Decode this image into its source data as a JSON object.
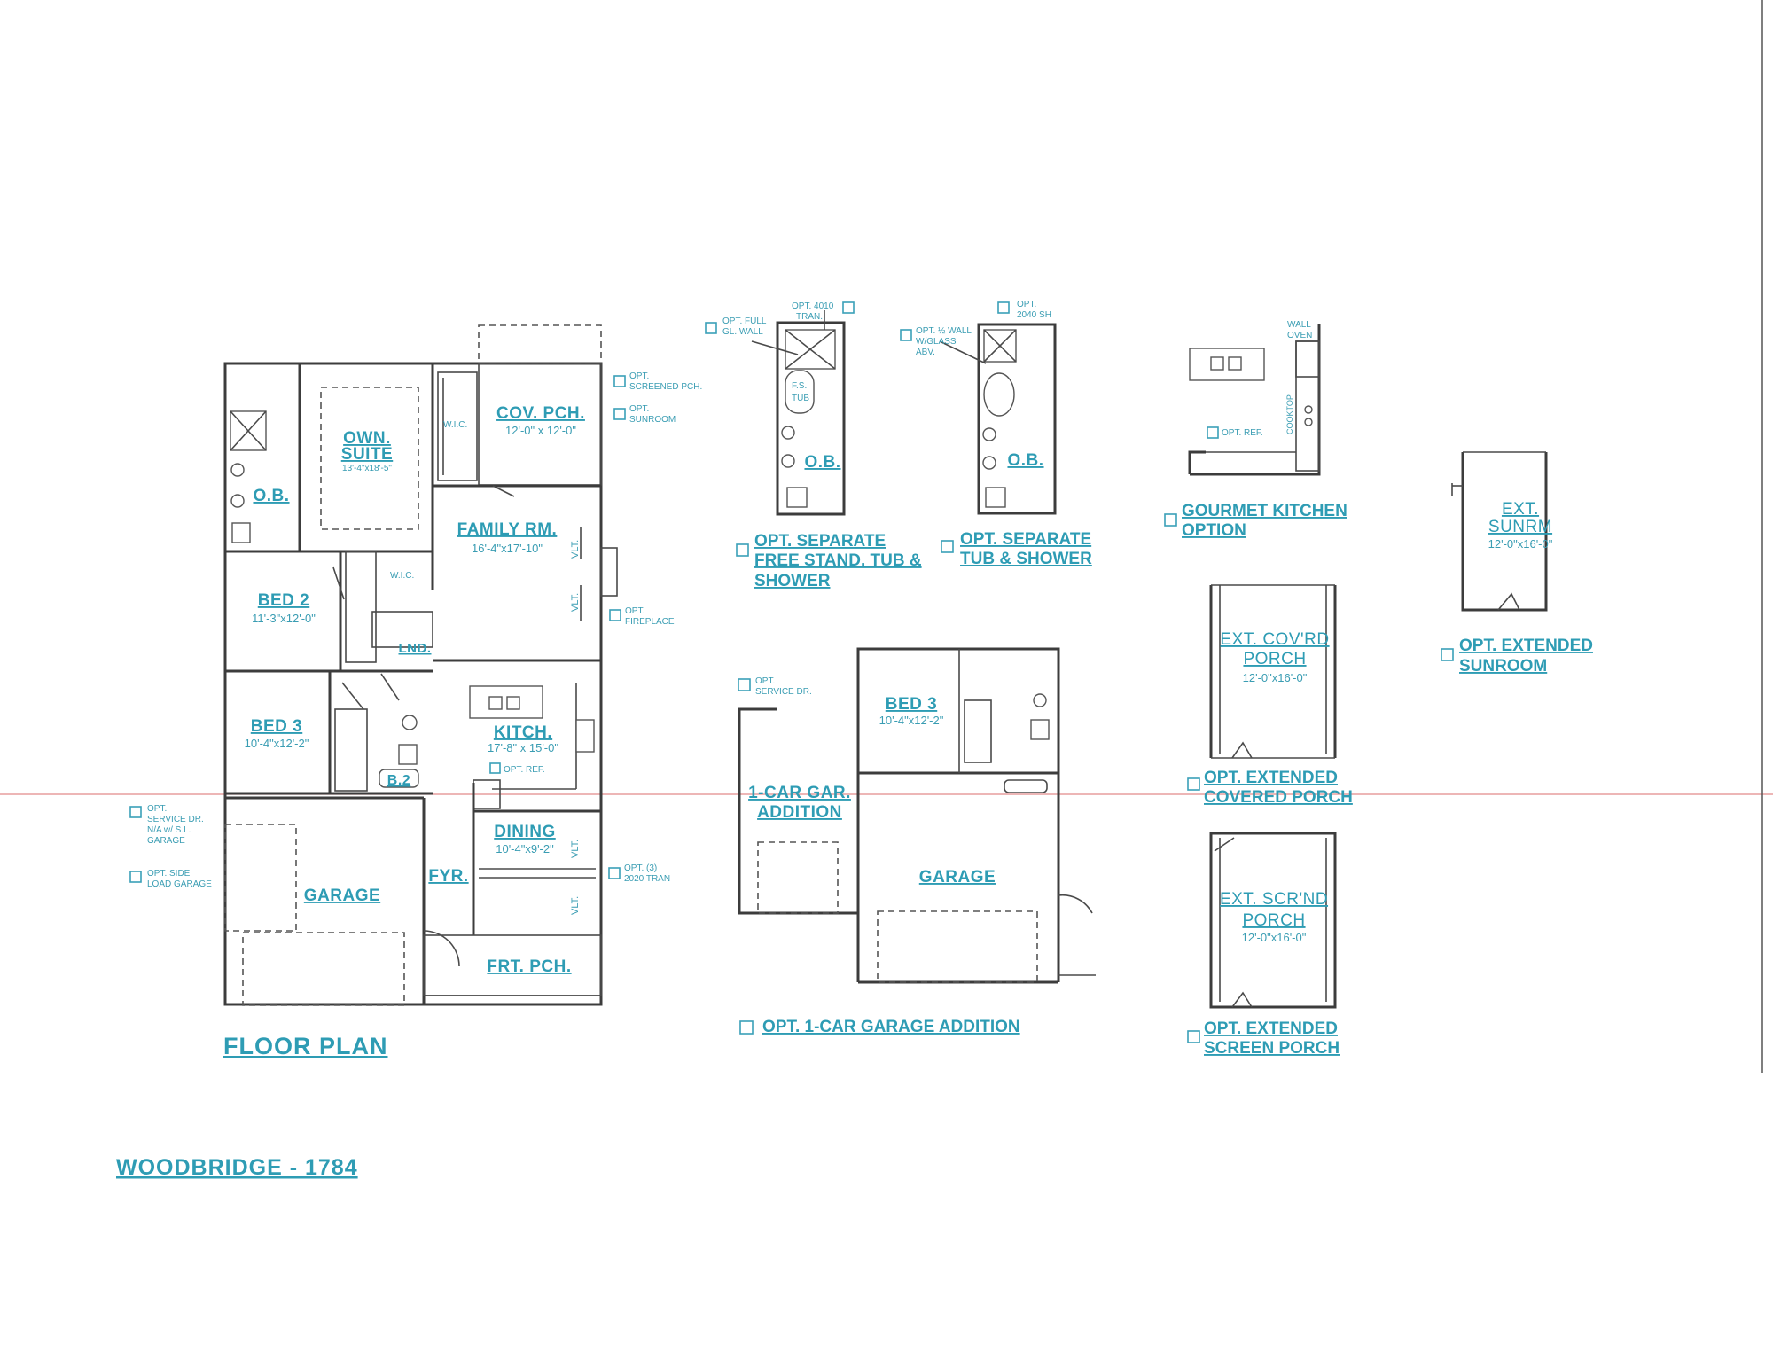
{
  "title": "WOODBRIDGE - 1784",
  "floor_plan_label": "FLOOR PLAN",
  "main_plan": {
    "own_suite": {
      "name_1": "OWN.",
      "name_2": "SUITE",
      "dim": "13'-4\"x18'-5\""
    },
    "ob": "O.B.",
    "wic_1": "W.I.C.",
    "wic_2": "W.I.C.",
    "cov_pch": {
      "name": "COV. PCH.",
      "dim": "12'-0\" x 12'-0\""
    },
    "family_rm": {
      "name": "FAMILY RM.",
      "dim": "16'-4\"x17'-10\""
    },
    "bed2": {
      "name": "BED 2",
      "dim": "11'-3\"x12'-0\""
    },
    "lnd": "LND.",
    "bed3": {
      "name": "BED 3",
      "dim": "10'-4\"x12'-2\""
    },
    "kitch": {
      "name": "KITCH.",
      "dim": "17'-8\" x 15'-0\""
    },
    "opt_ref": "OPT. REF.",
    "b2": "B.2",
    "dining": {
      "name": "DINING",
      "dim": "10'-4\"x9'-2\""
    },
    "garage": "GARAGE",
    "fyr": "FYR.",
    "frt_pch": "FRT. PCH.",
    "vlt": "VLT.",
    "notes": {
      "screened_1": "OPT.",
      "screened_2": "SCREENED PCH.",
      "sunroom_1": "OPT.",
      "sunroom_2": "SUNROOM",
      "fireplace_1": "OPT.",
      "fireplace_2": "FIREPLACE",
      "tran_1": "OPT. (3)",
      "tran_2": "2020 TRAN",
      "service_1": "OPT.",
      "service_2": "SERVICE DR.",
      "service_3": "N/A w/ S.L.",
      "service_4": "GARAGE",
      "sideload_1": "OPT. SIDE",
      "sideload_2": "LOAD GARAGE"
    }
  },
  "opt_tub": {
    "note_wall_1": "OPT. FULL",
    "note_wall_2": "GL. WALL",
    "note_tran_1": "OPT. 4010",
    "note_tran_2": "TRAN.",
    "tub_1": "F.S.",
    "tub_2": "TUB",
    "ob": "O.B.",
    "label_1": "OPT. SEPARATE",
    "label_2": "FREE STAND. TUB &",
    "label_3": "SHOWER"
  },
  "opt_shower": {
    "note_sh_1": "OPT.",
    "note_sh_2": "2040 SH",
    "note_wall_1": "OPT. ½ WALL",
    "note_wall_2": "W/GLASS",
    "note_wall_3": "ABV.",
    "ob": "O.B.",
    "label_1": "OPT. SEPARATE",
    "label_2": "TUB & SHOWER"
  },
  "gourmet": {
    "wall_oven_1": "WALL",
    "wall_oven_2": "OVEN",
    "cooktop": "COOKTOP",
    "opt_ref": "OPT. REF.",
    "label_1": "GOURMET KITCHEN",
    "label_2": "OPTION"
  },
  "ext_sunroom": {
    "name_1": "EXT.",
    "name_2": "SUNRM",
    "dim": "12'-0\"x16'-0\"",
    "label_1": "OPT. EXTENDED",
    "label_2": "SUNROOM"
  },
  "garage_addition": {
    "service_1": "OPT.",
    "service_2": "SERVICE DR.",
    "bed3": {
      "name": "BED 3",
      "dim": "10'-4\"x12'-2\""
    },
    "gar_1": "1-CAR GAR.",
    "gar_2": "ADDITION",
    "garage": "GARAGE",
    "label": "OPT. 1-CAR GARAGE ADDITION"
  },
  "ext_covered": {
    "name_1": "EXT. COV'RD",
    "name_2": "PORCH",
    "dim": "12'-0\"x16'-0\"",
    "label_1": "OPT. EXTENDED",
    "label_2": "COVERED PORCH"
  },
  "ext_screen": {
    "name_1": "EXT. SCR'ND",
    "name_2": "PORCH",
    "dim": "12'-0\"x16'-0\"",
    "label_1": "OPT. EXTENDED",
    "label_2": "SCREEN PORCH"
  },
  "colors": {
    "accent": "#2e9cb4",
    "wall": "#3c3c3c",
    "guide": "#e28b8b"
  }
}
